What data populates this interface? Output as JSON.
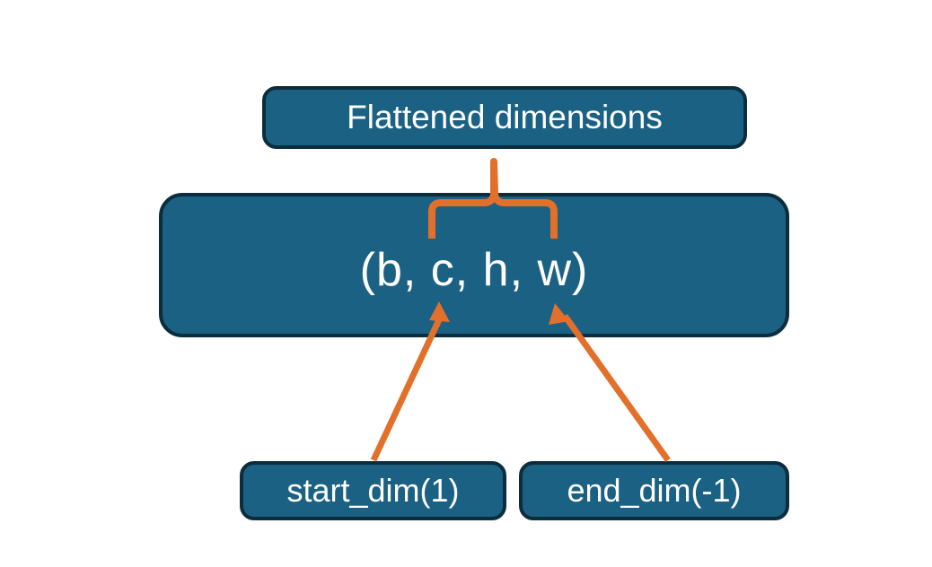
{
  "diagram": {
    "title_node": {
      "label": "Flattened dimensions"
    },
    "shape_node": {
      "label": "(b, c, h, w)"
    },
    "argument_nodes": [
      {
        "label": "start_dim(1)"
      },
      {
        "label": "end_dim(-1)"
      }
    ],
    "connectors": {
      "brace_label": "flattened-range-brace",
      "start_arrow_label": "start-dim-arrow",
      "end_arrow_label": "end-dim-arrow"
    },
    "colors": {
      "node_fill": "#1b6183",
      "node_border": "#0c2d3d",
      "node_text": "#ffffff",
      "accent": "#e2702a",
      "background": "#ffffff"
    }
  }
}
